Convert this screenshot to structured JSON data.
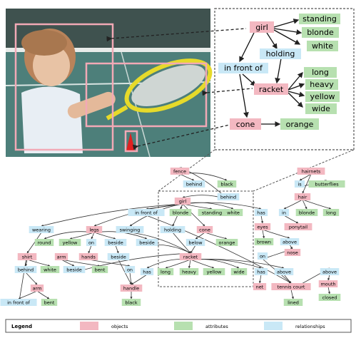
{
  "colors": {
    "object": "#f3b8c1",
    "attribute": "#b7e0b0",
    "relationship": "#c9e8f6"
  },
  "photo_region": {
    "description_icon": "tennis-photo-image"
  },
  "top_graph": {
    "nodes": {
      "girl": "girl",
      "standing": "standing",
      "blonde": "blonde",
      "white": "white",
      "holding": "holding",
      "in_front_of": "in front of",
      "racket": "racket",
      "long": "long",
      "heavy": "heavy",
      "yellow": "yellow",
      "wide": "wide",
      "cone": "cone",
      "orange": "orange"
    }
  },
  "bottom_graph": {
    "nodes": [
      {
        "id": "fence",
        "label": "fence",
        "type": "object"
      },
      {
        "id": "behind1",
        "label": "behind",
        "type": "relationship"
      },
      {
        "id": "black1",
        "label": "black",
        "type": "attribute"
      },
      {
        "id": "behind2",
        "label": "behind",
        "type": "relationship"
      },
      {
        "id": "hairnets",
        "label": "hairnets",
        "type": "object"
      },
      {
        "id": "is",
        "label": "is",
        "type": "relationship"
      },
      {
        "id": "butterflies",
        "label": "butterflies",
        "type": "attribute"
      },
      {
        "id": "hair",
        "label": "hair",
        "type": "object"
      },
      {
        "id": "in_hair",
        "label": "in",
        "type": "relationship"
      },
      {
        "id": "blonde_b",
        "label": "blonde",
        "type": "attribute"
      },
      {
        "id": "long_hair",
        "label": "long",
        "type": "attribute"
      },
      {
        "id": "ponytail",
        "label": "ponytail",
        "type": "object"
      },
      {
        "id": "girl_b",
        "label": "girl",
        "type": "object"
      },
      {
        "id": "in_front_of_b",
        "label": "in front of",
        "type": "relationship"
      },
      {
        "id": "blonde_g",
        "label": "blonde",
        "type": "attribute"
      },
      {
        "id": "standing_b",
        "label": "standing",
        "type": "attribute"
      },
      {
        "id": "white_g",
        "label": "white",
        "type": "attribute"
      },
      {
        "id": "has1",
        "label": "has",
        "type": "relationship"
      },
      {
        "id": "eyes",
        "label": "eyes",
        "type": "object"
      },
      {
        "id": "brown",
        "label": "brown",
        "type": "attribute"
      },
      {
        "id": "above1",
        "label": "above",
        "type": "relationship"
      },
      {
        "id": "nose",
        "label": "nose",
        "type": "object"
      },
      {
        "id": "on1",
        "label": "on",
        "type": "relationship"
      },
      {
        "id": "above2",
        "label": "above",
        "type": "relationship"
      },
      {
        "id": "mouth",
        "label": "mouth",
        "type": "object"
      },
      {
        "id": "closed",
        "label": "closed",
        "type": "attribute"
      },
      {
        "id": "wearing",
        "label": "wearing",
        "type": "relationship"
      },
      {
        "id": "legs",
        "label": "legs",
        "type": "object"
      },
      {
        "id": "swinging",
        "label": "swinging",
        "type": "relationship"
      },
      {
        "id": "holding_b",
        "label": "holding",
        "type": "relationship"
      },
      {
        "id": "cone_b",
        "label": "cone",
        "type": "object"
      },
      {
        "id": "round",
        "label": "round",
        "type": "attribute"
      },
      {
        "id": "yellow_l",
        "label": "yellow",
        "type": "attribute"
      },
      {
        "id": "on2",
        "label": "on",
        "type": "relationship"
      },
      {
        "id": "beside1",
        "label": "beside",
        "type": "relationship"
      },
      {
        "id": "beside2",
        "label": "beside",
        "type": "relationship"
      },
      {
        "id": "below",
        "label": "below",
        "type": "relationship"
      },
      {
        "id": "orange_b",
        "label": "orange",
        "type": "attribute"
      },
      {
        "id": "shirt",
        "label": "shirt",
        "type": "object"
      },
      {
        "id": "arm",
        "label": "arm",
        "type": "object"
      },
      {
        "id": "hands",
        "label": "hands",
        "type": "object"
      },
      {
        "id": "beside3",
        "label": "beside",
        "type": "relationship"
      },
      {
        "id": "racket_b",
        "label": "racket",
        "type": "object"
      },
      {
        "id": "behind3",
        "label": "behind",
        "type": "relationship"
      },
      {
        "id": "white_s",
        "label": "white",
        "type": "attribute"
      },
      {
        "id": "beside4",
        "label": "beside",
        "type": "relationship"
      },
      {
        "id": "bent",
        "label": "bent",
        "type": "attribute"
      },
      {
        "id": "on3",
        "label": "on",
        "type": "relationship"
      },
      {
        "id": "has2",
        "label": "has",
        "type": "relationship"
      },
      {
        "id": "long_r",
        "label": "long",
        "type": "attribute"
      },
      {
        "id": "heavy_r",
        "label": "heavy",
        "type": "attribute"
      },
      {
        "id": "yellow_r",
        "label": "yellow",
        "type": "attribute"
      },
      {
        "id": "wide_r",
        "label": "wide",
        "type": "attribute"
      },
      {
        "id": "has3",
        "label": "has",
        "type": "relationship"
      },
      {
        "id": "above3",
        "label": "above",
        "type": "relationship"
      },
      {
        "id": "net",
        "label": "net",
        "type": "object"
      },
      {
        "id": "tennis_court",
        "label": "tennis court",
        "type": "object"
      },
      {
        "id": "lined",
        "label": "lined",
        "type": "attribute"
      },
      {
        "id": "arm2",
        "label": "arm",
        "type": "object"
      },
      {
        "id": "in_front_of2",
        "label": "in front of",
        "type": "relationship"
      },
      {
        "id": "bent2",
        "label": "bent",
        "type": "attribute"
      },
      {
        "id": "handle",
        "label": "handle",
        "type": "object"
      },
      {
        "id": "black2",
        "label": "black",
        "type": "attribute"
      }
    ]
  },
  "legend": {
    "title": "Legend",
    "objects": "objects",
    "attributes": "attributes",
    "relationships": "relationships"
  }
}
